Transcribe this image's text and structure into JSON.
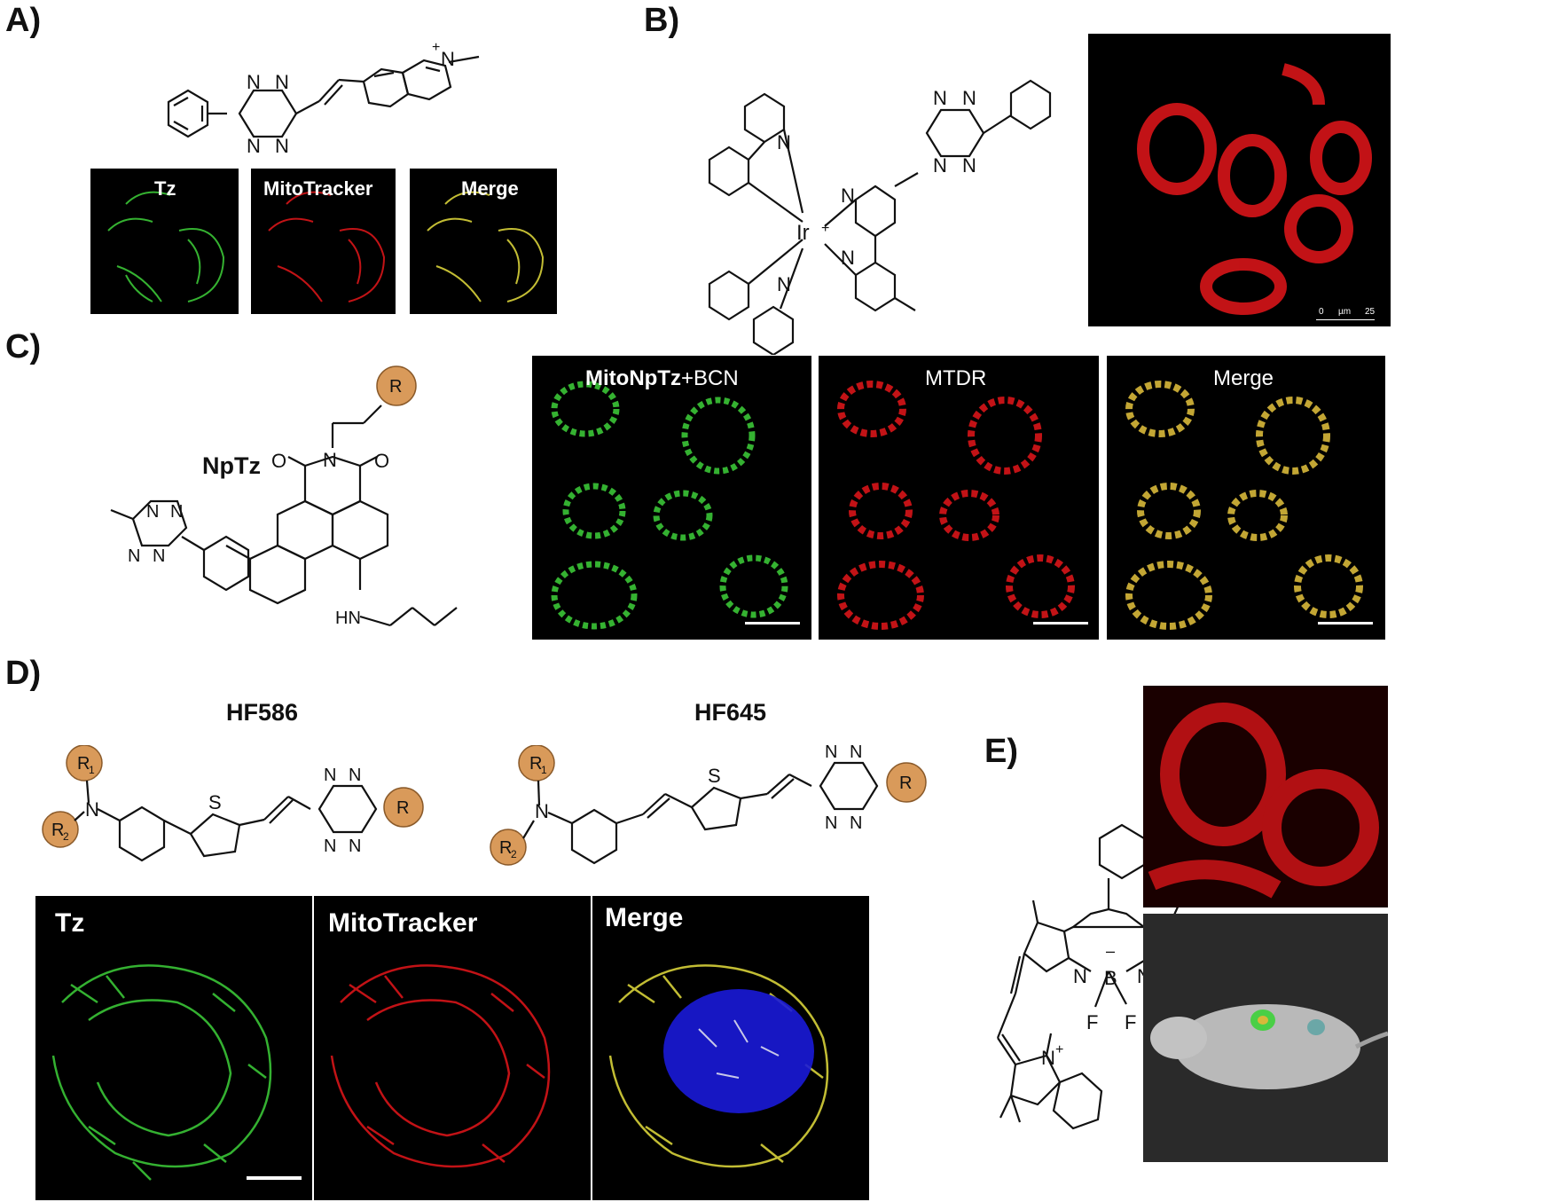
{
  "figure": {
    "panels": {
      "A": {
        "label": "A)",
        "images": [
          {
            "label": "Tz",
            "channel": "green"
          },
          {
            "label": "MitoTracker",
            "channel": "red"
          },
          {
            "label": "Merge",
            "channel": "yellow"
          }
        ]
      },
      "B": {
        "label": "B)",
        "scale": {
          "start": "0",
          "unit": "µm",
          "end": "25"
        }
      },
      "C": {
        "label": "C)",
        "compound_name": "NpTz",
        "images": [
          {
            "label_bold": "MitoNpTz",
            "label_rest": "+BCN",
            "channel": "green"
          },
          {
            "label": "MTDR",
            "channel": "red"
          },
          {
            "label": "Merge",
            "channel": "yellow"
          }
        ]
      },
      "D": {
        "label": "D)",
        "compounds": [
          "HF586",
          "HF645"
        ],
        "images": [
          {
            "label": "Tz",
            "channel": "green"
          },
          {
            "label": "MitoTracker",
            "channel": "red"
          },
          {
            "label": "Merge",
            "channel": "yellow"
          }
        ]
      },
      "E": {
        "label": "E)"
      }
    },
    "atoms": {
      "N": "N",
      "S": "S",
      "O": "O",
      "R": "R",
      "R1": "R",
      "R2": "R",
      "sub1": "1",
      "sub2": "2",
      "Ir": "Ir",
      "plus": "+",
      "B": "B",
      "F": "F",
      "HN": "HN",
      "minus": "–"
    },
    "colors": {
      "green": "#3ed13a",
      "red": "#e4161a",
      "yellow": "#d8d23a",
      "blue": "#1a1ad8",
      "substituent": "#d99a5a"
    }
  }
}
